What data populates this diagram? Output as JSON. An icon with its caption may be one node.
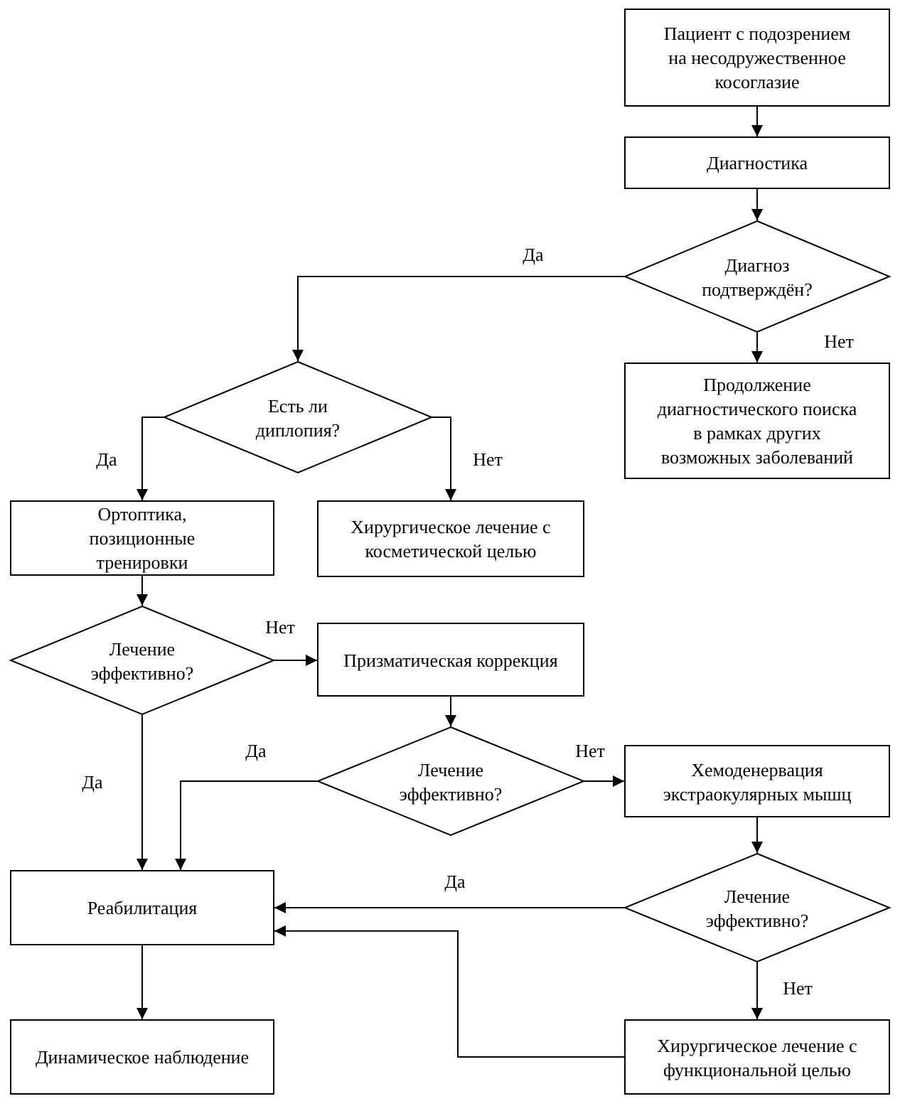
{
  "diagram": {
    "nodes": [
      {
        "text": [
          "Пациент с подозрением на несодружественное косоглазие"
        ]
      },
      {
        "text": [
          "Диагностика"
        ]
      },
      {
        "text": [
          "Диагноз подтверждён?"
        ]
      },
      {
        "text": [
          "Продолжение диагностического поиска в рамках других возможных заболеваний"
        ]
      },
      {
        "text": [
          "Есть ли диплопия?"
        ]
      },
      {
        "text": [
          "Ортоптика, позиционные тренировки"
        ]
      },
      {
        "text": [
          "Хирургическое лечение с косметической целью"
        ]
      },
      {
        "text": [
          "Лечение эффективно?"
        ]
      },
      {
        "text": [
          "Призматическая коррекция"
        ]
      },
      {
        "text": [
          "Лечение эффективно?"
        ]
      },
      {
        "text": [
          "Хемоденервация экстраокулярных мышц"
        ]
      },
      {
        "text": [
          "Реабилитация"
        ]
      },
      {
        "text": [
          "Лечение эффективно?"
        ]
      },
      {
        "text": [
          "Динамическое наблюдение"
        ]
      },
      {
        "text": [
          "Хирургическое лечение с функциональной целью"
        ]
      }
    ],
    "edges": [
      {
        "from": 0,
        "to": 1,
        "arrow": "to"
      },
      {
        "from": 1,
        "to": 2,
        "arrow": "to"
      },
      {
        "from": 2,
        "to": 4,
        "arrow": "to",
        "label": "Да"
      },
      {
        "from": 2,
        "to": 3,
        "arrow": "to",
        "label": "Нет"
      },
      {
        "from": 4,
        "to": 5,
        "arrow": "to",
        "label": "Да"
      },
      {
        "from": 4,
        "to": 6,
        "arrow": "to",
        "label": "Нет"
      },
      {
        "from": 5,
        "to": 7,
        "arrow": "to"
      },
      {
        "from": 7,
        "to": 8,
        "arrow": "to",
        "label": "Нет"
      },
      {
        "from": 7,
        "to": 11,
        "arrow": "to",
        "label": "Да"
      },
      {
        "from": 8,
        "to": 9,
        "arrow": "to"
      },
      {
        "from": 9,
        "to": 11,
        "arrow": "to",
        "label": "Да"
      },
      {
        "from": 9,
        "to": 10,
        "arrow": "to",
        "label": "Нет"
      },
      {
        "from": 10,
        "to": 12,
        "arrow": "to"
      },
      {
        "from": 12,
        "to": 11,
        "arrow": "to",
        "label": "Да"
      },
      {
        "from": 12,
        "to": 14,
        "arrow": "to",
        "label": "Нет"
      },
      {
        "from": 11,
        "to": 13,
        "arrow": "to"
      },
      {
        "from": 14,
        "to": 11,
        "arrow": "to"
      }
    ]
  }
}
